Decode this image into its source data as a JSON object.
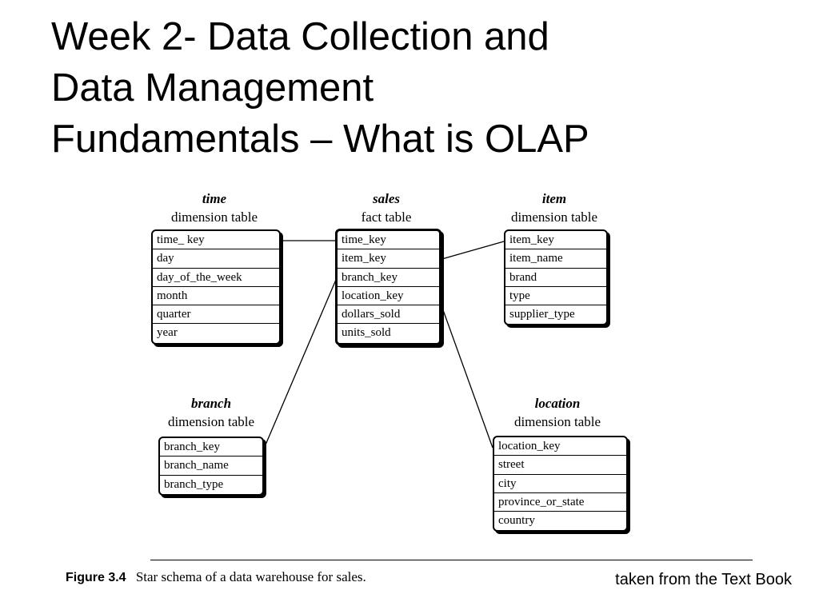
{
  "title": {
    "line1": "Week 2- Data Collection and",
    "line2": "Data Management",
    "line3": "Fundamentals – What is OLAP"
  },
  "tables": {
    "time": {
      "name": "time",
      "kind": "dimension table",
      "rows": [
        "time_ key",
        "day",
        "day_of_the_week",
        "month",
        "quarter",
        "year"
      ]
    },
    "sales": {
      "name": "sales",
      "kind": "fact table",
      "rows": [
        "time_key",
        "item_key",
        "branch_key",
        "location_key",
        "dollars_sold",
        "units_sold"
      ]
    },
    "item": {
      "name": "item",
      "kind": "dimension table",
      "rows": [
        "item_key",
        "item_name",
        "brand",
        "type",
        "supplier_type"
      ]
    },
    "branch": {
      "name": "branch",
      "kind": "dimension table",
      "rows": [
        "branch_key",
        "branch_name",
        "branch_type"
      ]
    },
    "location": {
      "name": "location",
      "kind": "dimension table",
      "rows": [
        "location_key",
        "street",
        "city",
        "province_or_state",
        "country"
      ]
    }
  },
  "caption": {
    "label": "Figure 3.4",
    "text": "Star schema of a data warehouse for sales."
  },
  "source_note": "taken from the Text Book"
}
